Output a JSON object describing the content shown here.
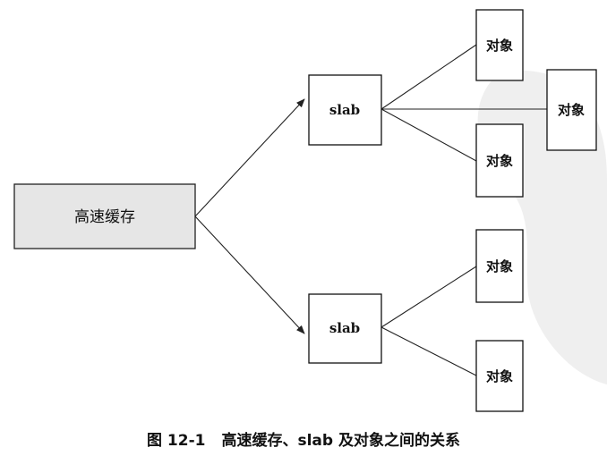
{
  "nodes": {
    "cache": "高速缓存",
    "slab_top": "slab",
    "slab_bottom": "slab",
    "obj_1": "对象",
    "obj_2": "对象",
    "obj_3": "对象",
    "obj_4": "对象",
    "obj_5": "对象"
  },
  "caption": {
    "number": "图 12-1",
    "text": "高速缓存、slab 及对象之间的关系"
  }
}
